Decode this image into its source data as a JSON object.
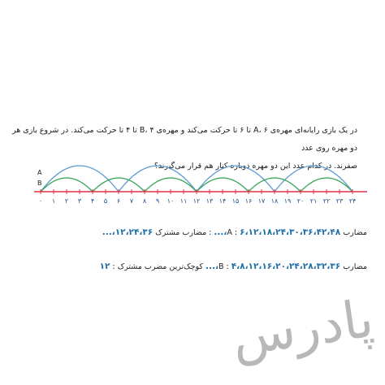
{
  "problem": {
    "line1": "در یک بازی رایانه‌ای مهره‌ی A، ۶ تا ۶ تا حرکت می‌کند و مهره‌ی B، ۴ تا ۴ تا حرکت می‌کند. در شروع بازی هر دو مهره روی عدد",
    "line2": "صفرند. در کدام عدد این دو مهره دوباره کنار هم قرار می‌گیرند؟"
  },
  "number_line": {
    "label_a": "A",
    "label_b": "B",
    "ticks": [
      "۰",
      "۱",
      "۲",
      "۳",
      "۴",
      "۵",
      "۶",
      "۷",
      "۸",
      "۹",
      "۱۰",
      "۱۱",
      "۱۲",
      "۱۳",
      "۱۴",
      "۱۵",
      "۱۶",
      "۱۷",
      "۱۸",
      "۱۹",
      "۲۰",
      "۲۱",
      "۲۲",
      "۲۳",
      "۲۴"
    ],
    "max": 24,
    "step_a": 6,
    "step_b": 4,
    "axis_color": "#e0324b",
    "arc_a_color": "#5b9bd5",
    "arc_b_color": "#2ea44f"
  },
  "answers": {
    "row_a": {
      "label": "مضارب A :",
      "multiples": "۶،۱۲،۱۸،۲۴،۳۰،۳۶،۴۲،۴۸،...",
      "common_label": ": مضارب مشترک",
      "common": "۱۲،۲۴،۳۶،..."
    },
    "row_b": {
      "label": "مضارب B :",
      "multiples": "۴،۸،۱۲،۱۶،۲۰،۲۴،۲۸،۳۲،۳۶،...",
      "lcm_label": "کوچک‌ترین مضرب مشترک :",
      "lcm": "۱۲"
    }
  },
  "watermark": "پادرس"
}
